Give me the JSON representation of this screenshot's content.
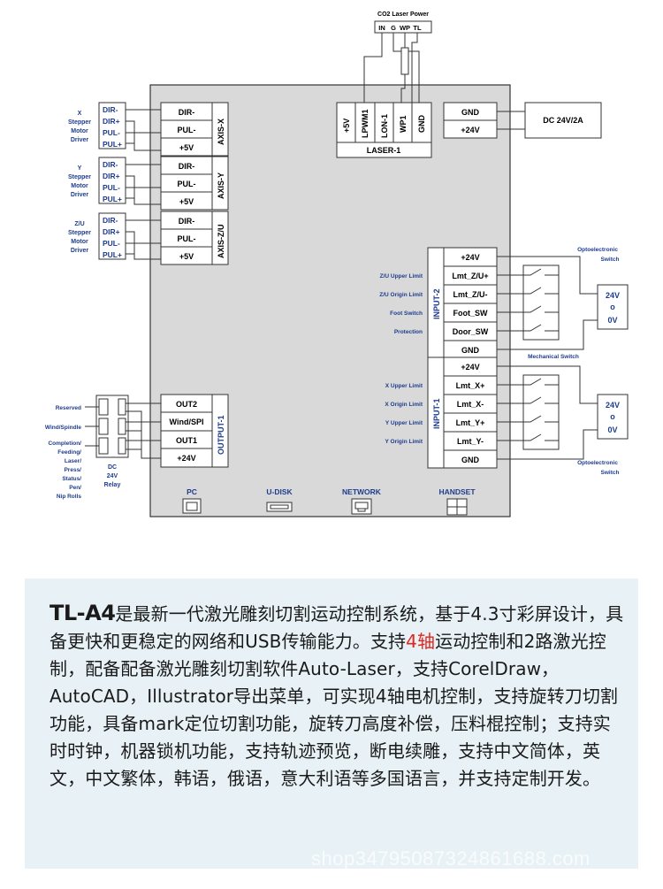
{
  "co2_power": {
    "title": "CO2 Laser Power",
    "pins": [
      "IN",
      "G",
      "WP",
      "TL"
    ]
  },
  "laser": {
    "label": "LASER-1",
    "pins": [
      "+5V",
      "LPWM1",
      "LON-1",
      "WP1",
      "GND"
    ]
  },
  "dc_power": {
    "pins": [
      "GND",
      "+24V"
    ],
    "supply_label": "DC 24V/2A"
  },
  "axes": [
    {
      "label": "AXIS-X",
      "pins": [
        "DIR-",
        "PUL-",
        "+5V"
      ],
      "driver": [
        "X",
        "Stepper",
        "Motor",
        "Driver"
      ]
    },
    {
      "label": "AXIS-Y",
      "pins": [
        "DIR-",
        "PUL-",
        "+5V"
      ],
      "driver": [
        "Y",
        "Stepper",
        "Motor",
        "Driver"
      ]
    },
    {
      "label": "AXIS-Z/U",
      "pins": [
        "DIR-",
        "PUL-",
        "+5V"
      ],
      "driver": [
        "Z/U",
        "Stepper",
        "Motor",
        "Driver"
      ]
    }
  ],
  "driver_pins": [
    "DIR-",
    "DIR+",
    "PUL-",
    "PUL+"
  ],
  "input2": {
    "label": "INPUT-2",
    "pins": [
      "+24V",
      "Lmt_Z/U+",
      "Lmt_Z/U-",
      "Foot_SW",
      "Door_SW",
      "GND"
    ],
    "signals": [
      "Z/U Upper Limit",
      "Z/U Origin Limit",
      "Foot Switch",
      "Protection"
    ]
  },
  "input1": {
    "label": "INPUT-1",
    "pins": [
      "+24V",
      "Lmt_X+",
      "Lmt_X-",
      "Lmt_Y+",
      "Lmt_Y-",
      "GND"
    ],
    "signals": [
      "X Upper Limit",
      "X Origin Limit",
      "Y Upper Limit",
      "Y Origin Limit"
    ]
  },
  "output1": {
    "label": "OUTPUT-1",
    "pins": [
      "OUT2",
      "Wind/SPI",
      "OUT1",
      "+24V"
    ],
    "signals": [
      "Reserved",
      "Wind/Spindle",
      "Completion/",
      "Feeding/",
      "Laser/",
      "Press/",
      "Status/",
      "Pen/",
      "Nip Rolls"
    ],
    "relay_label": [
      "DC",
      "24V",
      "Relay"
    ]
  },
  "right_side": {
    "opto_label": [
      "Optoelectronic",
      "Switch"
    ],
    "mech_label": "Mechanical Switch",
    "supply": [
      "24V",
      "o",
      "0V"
    ]
  },
  "ports": [
    "PC",
    "U-DISK",
    "NETWORK",
    "HANDSET"
  ],
  "description": {
    "model": "TL-A4",
    "part1": "是最新一代激光雕刻切割运动控制系统，基于4.3寸彩屏设计，具备更快和更稳定的网络和USB传输能力。支持",
    "highlight": "4轴",
    "part2": "运动控制和2路激光控制，配备配备激光雕刻切割软件Auto-Laser，支持CorelDraw，AutoCAD，Illustrator导出菜单，可实现4轴电机控制，支持旋转刀切割功能，具备mark定位切割功能，旋转刀高度补偿，压料棍控制；支持实时时钟，机器锁机功能，支持轨迹预览，断电续雕，支持中文简体，英文，中文繁体，韩语，俄语，意大利语等多国语言，并支持定制开发。"
  },
  "watermark": "shop34795087324861688.com"
}
